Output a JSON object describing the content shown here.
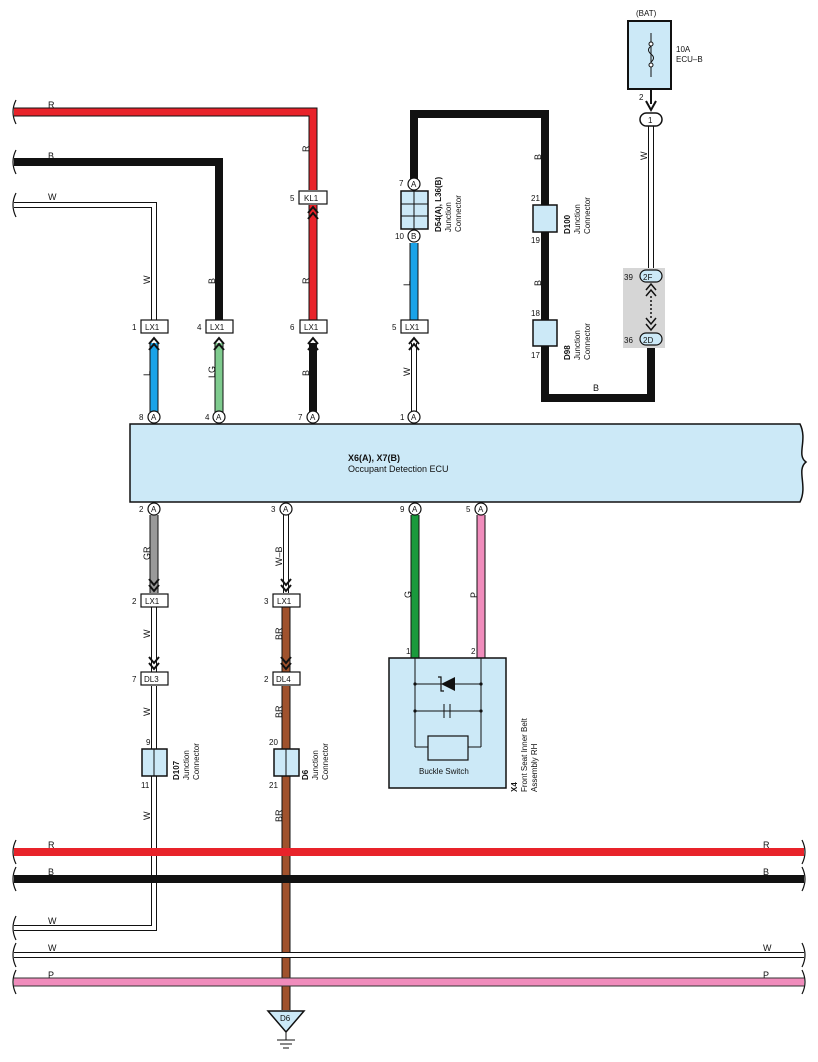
{
  "power": {
    "source": "(BAT)",
    "fuse_amp": "10A",
    "fuse_name": "ECU–B"
  },
  "ecu": {
    "id": "X6(A), X7(B)",
    "name": "Occupant Detection ECU"
  },
  "wires": {
    "R": "R",
    "B": "B",
    "W": "W",
    "L": "L",
    "LG": "LG",
    "GR": "GR",
    "WB": "W–B",
    "BR": "BR",
    "G": "G",
    "P": "P"
  },
  "connectors": {
    "lx1": "LX1",
    "kl1": "KL1",
    "dl3": "DL3",
    "dl4": "DL4",
    "d54_id": "D54(A), L36(B)",
    "d100_id": "D100",
    "d98_id": "D98",
    "d107_id": "D107",
    "d6_id": "D6",
    "jc": "Junction",
    "conn": "Connector"
  },
  "ground": "D6",
  "component": {
    "id": "X4",
    "line1": "Front Seat Inner Belt",
    "line2": "Assembly RH",
    "switch_label": "Buckle Switch"
  },
  "tags": {
    "A": "A",
    "B": "B",
    "one": "1",
    "two_f": "2F",
    "two_d": "2D"
  },
  "pins": {
    "p1": "1",
    "p2": "2",
    "p3": "3",
    "p4": "4",
    "p5": "5",
    "p6": "6",
    "p7": "7",
    "p8": "8",
    "p9": "9",
    "p10": "10",
    "p11": "11",
    "p17": "17",
    "p18": "18",
    "p19": "19",
    "p20": "20",
    "p21": "21",
    "p36": "36",
    "p39": "39"
  }
}
